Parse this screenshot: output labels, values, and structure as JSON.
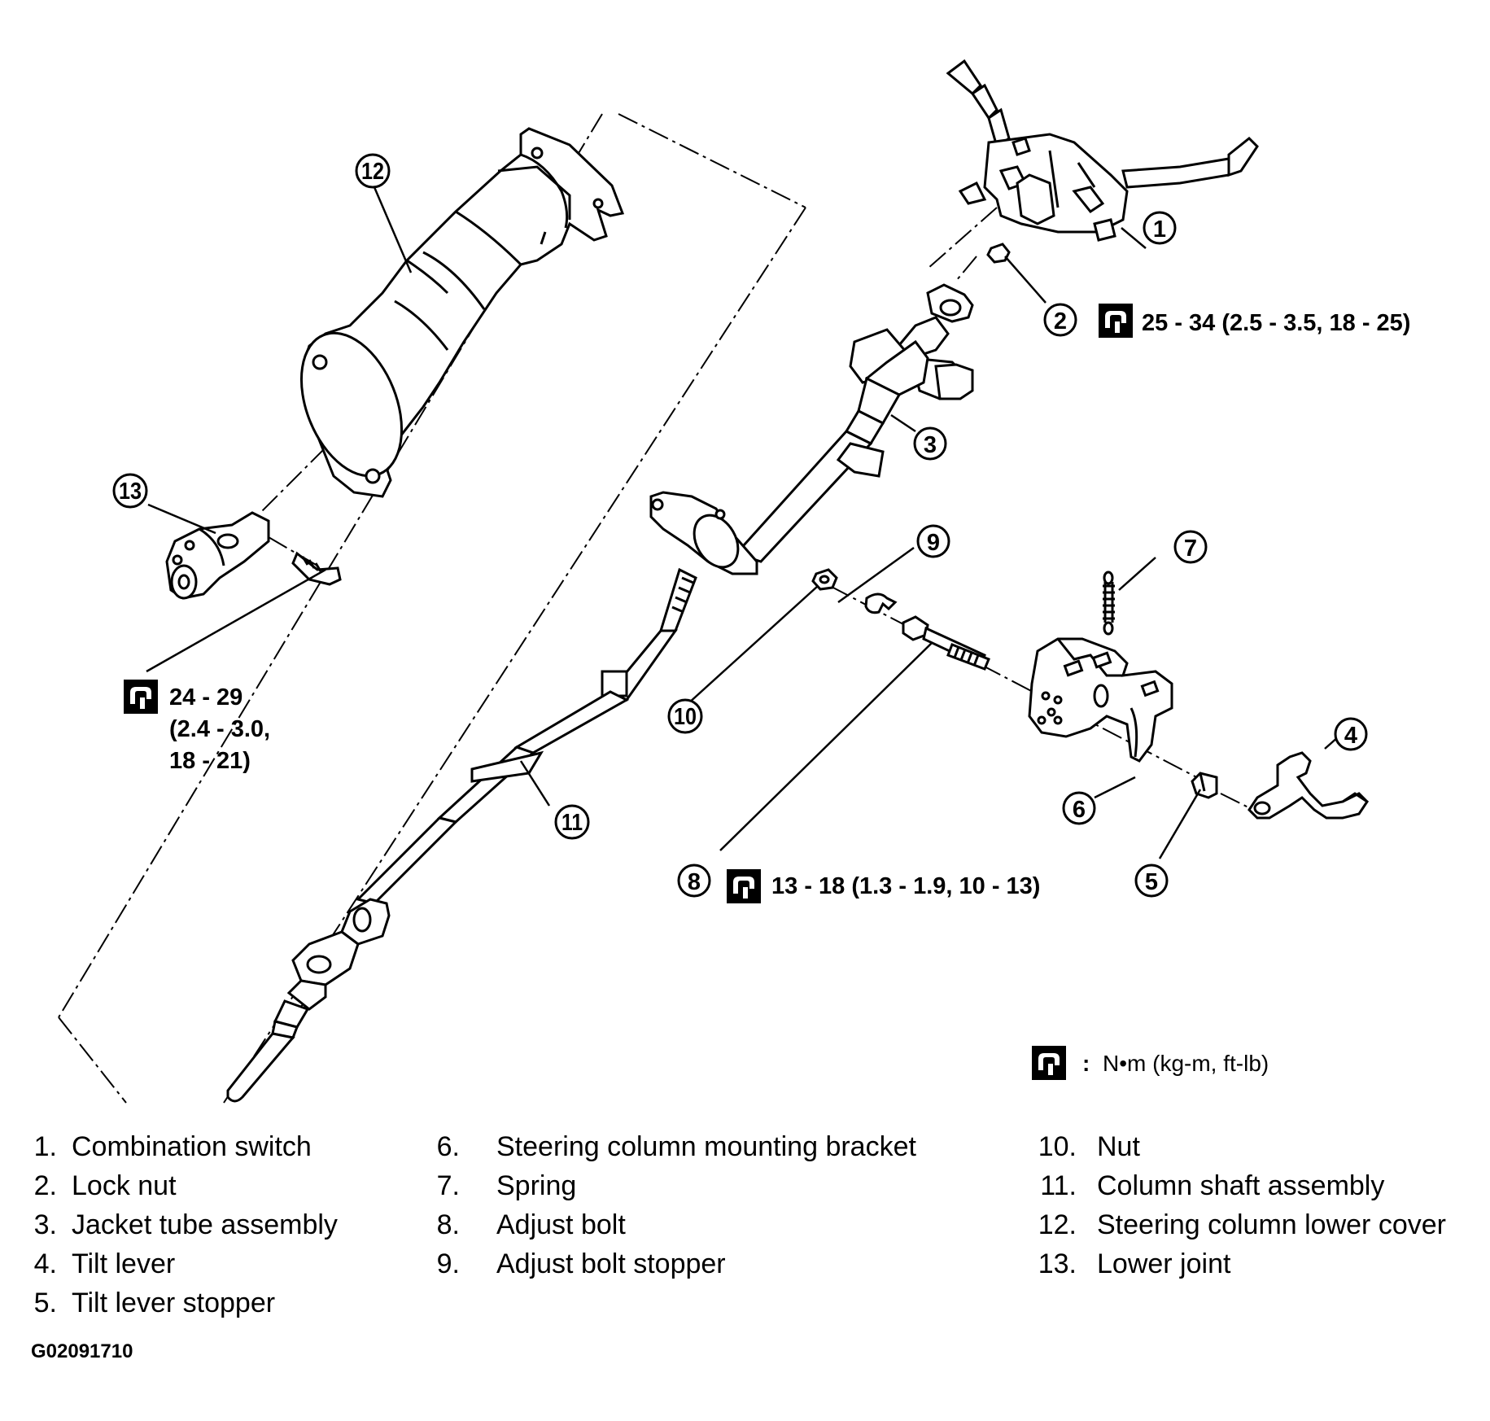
{
  "callouts": {
    "c1": "1",
    "c2": "2",
    "c3": "3",
    "c4": "4",
    "c5": "5",
    "c6": "6",
    "c7": "7",
    "c8": "8",
    "c9": "9",
    "c10": "10",
    "c11": "11",
    "c12": "12",
    "c13": "13"
  },
  "torque": {
    "lock_nut": "25 - 34 (2.5 - 3.5, 18 - 25)",
    "lower_joint_line1": "24 - 29",
    "lower_joint_line2": "(2.4 - 3.0,",
    "lower_joint_line3": "18 - 21)",
    "adjust_bolt": "13 - 18 (1.3 - 1.9, 10 - 13)"
  },
  "unit_legend": {
    "separator": ":",
    "text": "N•m  (kg-m,  ft-lb)",
    "icon": "torque-wrench-icon"
  },
  "parts": {
    "col1": [
      {
        "num": "1.",
        "name": "Combination switch"
      },
      {
        "num": "2.",
        "name": "Lock nut"
      },
      {
        "num": "3.",
        "name": "Jacket tube assembly"
      },
      {
        "num": "4.",
        "name": "Tilt lever"
      },
      {
        "num": "5.",
        "name": "Tilt lever stopper"
      }
    ],
    "col2": [
      {
        "num": "6.",
        "name": "Steering column mounting bracket"
      },
      {
        "num": "7.",
        "name": "Spring"
      },
      {
        "num": "8.",
        "name": "Adjust bolt"
      },
      {
        "num": "9.",
        "name": "Adjust bolt stopper"
      }
    ],
    "col3": [
      {
        "num": "10.",
        "name": "Nut"
      },
      {
        "num": "11.",
        "name": "Column shaft assembly"
      },
      {
        "num": "12.",
        "name": "Steering column lower cover"
      },
      {
        "num": "13.",
        "name": "Lower joint"
      }
    ]
  },
  "figure_code": "G02091710"
}
